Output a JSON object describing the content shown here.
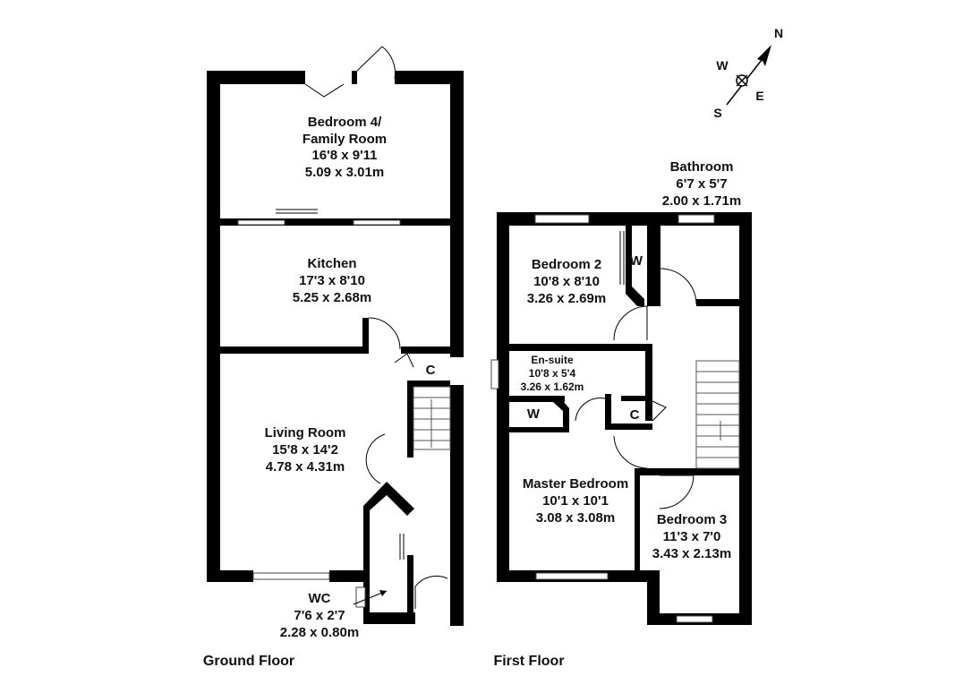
{
  "floors": {
    "ground": {
      "label": "Ground Floor",
      "rooms": {
        "bedroom4": {
          "name_line1": "Bedroom 4/",
          "name_line2": "Family Room",
          "imperial": "16'8 x 9'11",
          "metric": "5.09 x 3.01m"
        },
        "kitchen": {
          "name": "Kitchen",
          "imperial": "17'3 x 8'10",
          "metric": "5.25 x 2.68m"
        },
        "living": {
          "name": "Living Room",
          "imperial": "15'8 x 14'2",
          "metric": "4.78 x 4.31m"
        },
        "wc": {
          "name": "WC",
          "imperial": "7'6 x 2'7",
          "metric": "2.28 x 0.80m"
        },
        "cupboard": {
          "name": "C"
        }
      }
    },
    "first": {
      "label": "First Floor",
      "rooms": {
        "bathroom": {
          "name": "Bathroom",
          "imperial": "6'7 x 5'7",
          "metric": "2.00 x 1.71m"
        },
        "bedroom2": {
          "name": "Bedroom 2",
          "imperial": "10'8 x 8'10",
          "metric": "3.26 x 2.69m"
        },
        "wardrobe_b2": {
          "name": "W"
        },
        "ensuite": {
          "name": "En-suite",
          "imperial": "10'8 x 5'4",
          "metric": "3.26 x 1.62m"
        },
        "wardrobe_master": {
          "name": "W"
        },
        "cupboard": {
          "name": "C"
        },
        "master": {
          "name": "Master Bedroom",
          "imperial": "10'1 x 10'1",
          "metric": "3.08 x 3.08m"
        },
        "bedroom3": {
          "name": "Bedroom 3",
          "imperial": "11'3 x 7'0",
          "metric": "3.43 x 2.13m"
        }
      }
    }
  },
  "compass": {
    "n": "N",
    "s": "S",
    "e": "E",
    "w": "W"
  }
}
